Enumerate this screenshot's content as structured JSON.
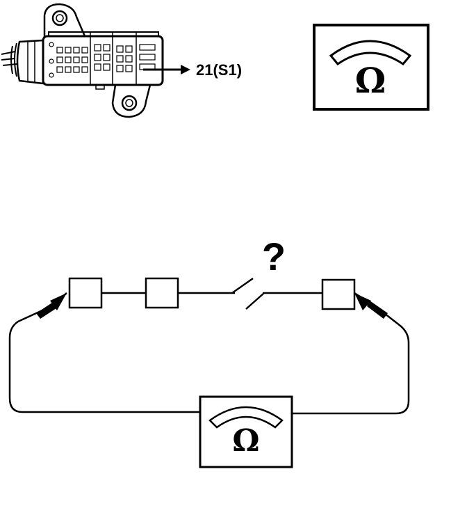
{
  "connector": {
    "terminal_label": "21(S1)"
  },
  "ohmmeter_top": {
    "symbol": "Ω"
  },
  "circuit": {
    "question_mark": "?",
    "ohmmeter_symbol": "Ω"
  }
}
